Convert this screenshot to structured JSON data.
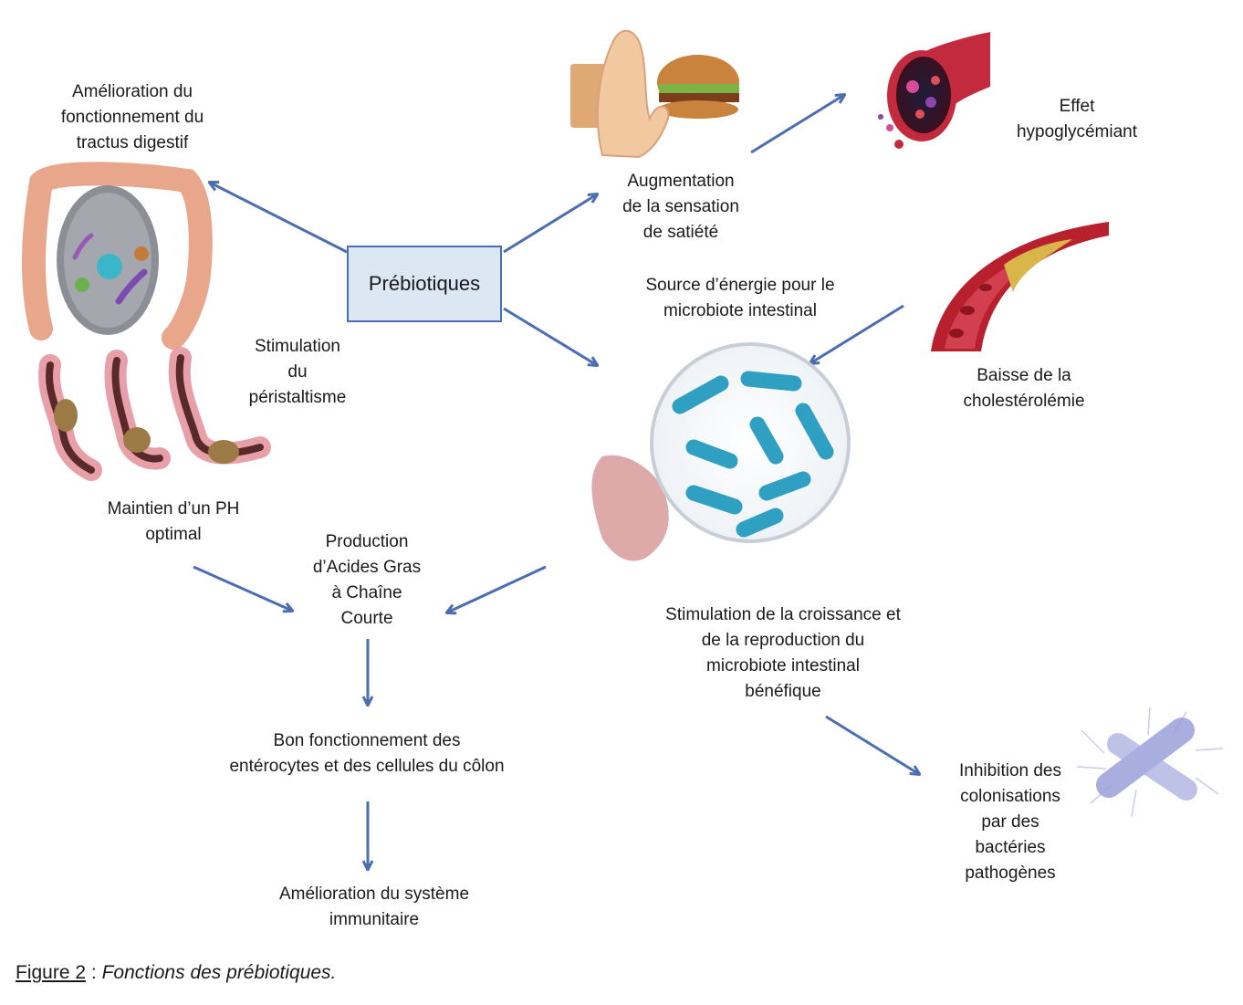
{
  "center": "Prébiotiques",
  "labels": {
    "tractus": "Amélioration du\nfonctionnement du\ntractus digestif",
    "satiete": "Augmentation\nde la sensation\nde satiété",
    "hypo": "Effet\nhypoglycémiant",
    "source": "Source d’énergie pour le\nmicrobiote intestinal",
    "peristaltisme": "Stimulation\ndu\npéristaltisme",
    "cholesterol": "Baisse de la\ncholestérolémie",
    "ph": "Maintien d’un PH\noptimal",
    "agcc": "Production\nd’Acides Gras\nà Chaîne\nCourte",
    "croissance": "Stimulation de la croissance et\nde la reproduction du\nmicrobiote intestinal\nbénéfique",
    "enterocytes": "Bon fonctionnement des\nentérocytes et des cellules du côlon",
    "immunitaire": "Amélioration du système\nimmunitaire",
    "inhibition": "Inhibition des\ncolonisations\npar des\nbactéries\npathogènes"
  },
  "caption": {
    "figure": "Figure 2",
    "separator": " : ",
    "text": "Fonctions des prébiotiques."
  },
  "colors": {
    "arrow": "#4b6db1",
    "box_fill": "#dce7f4",
    "box_border": "#4b6db1"
  },
  "icons": [
    "intestine-microbiota-icon",
    "stop-hand-burger-icon",
    "blood-vessel-icon",
    "peristalsis-icon",
    "artery-cholesterol-icon",
    "bacteria-magnifier-icon",
    "pathogen-bacteria-icon"
  ]
}
